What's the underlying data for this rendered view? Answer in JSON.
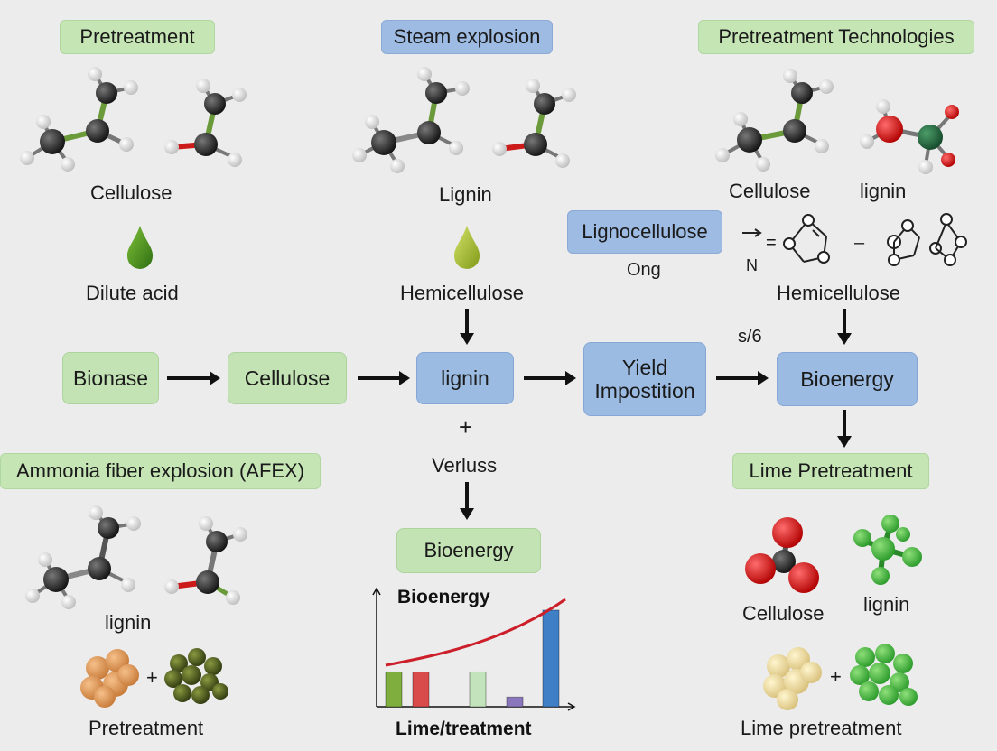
{
  "tags": {
    "pretreatment": "Pretreatment",
    "steam_explosion": "Steam explosion",
    "pretreatment_technologies": "Pretreatment Technologies",
    "afex": "Ammonia fiber explosion (AFEX)",
    "lime_pretreatment": "Lime Pretreatment",
    "lignocellulose": "Lignocellulose"
  },
  "labels": {
    "cellulose_left": "Cellulose",
    "dilute_acid": "Dilute acid",
    "lignin_top": "Lignin",
    "hemicellulose_mid": "Hemicellulose",
    "cellulose_right": "Cellulose",
    "lignin_right": "lignin",
    "ong": "Ong",
    "hemicellulose_right": "Hemicellulose",
    "s6": "s/6",
    "plus_mid": "+",
    "verluss": "Verluss",
    "lignin_afex": "lignin",
    "pretreatment_bottom": "Pretreatment",
    "cellulose_lime": "Cellulose",
    "lignin_lime": "lignin",
    "lime_pretreatment_bottom": "Lime pretreatment",
    "plus_bottom_left": "+",
    "plus_bottom_right": "+",
    "n_arrow": "N",
    "equals": "=",
    "minus": "–"
  },
  "flow": {
    "bionase": "Bionase",
    "cellulose": "Cellulose",
    "lignin": "lignin",
    "yield_line1": "Yield",
    "yield_line2": "Impostition",
    "bioenergy": "Bioenergy",
    "bioenergy_lower": "Bioenergy"
  },
  "chart_data": {
    "type": "bar",
    "title": "Bioenergy",
    "xlabel": "Lime/treatment",
    "values": [
      3.6,
      3.6,
      3.6,
      1,
      10
    ],
    "bar_colors": [
      "#7fae3e",
      "#d94a4a",
      "#c2e3bc",
      "#8a76bd",
      "#3f7fc6"
    ],
    "trend_curve": true
  },
  "colors": {
    "green_tag": "#c5e5b5",
    "blue_tag": "#9dbbe3",
    "carbon": "#2b2b2b",
    "hydrogen": "#f2f2f2",
    "bond_green": "#4a8a2a",
    "bond_red": "#cc1a1a",
    "acid_drop_dark": "#3f8a1c",
    "acid_drop_light": "#a3c23a"
  }
}
